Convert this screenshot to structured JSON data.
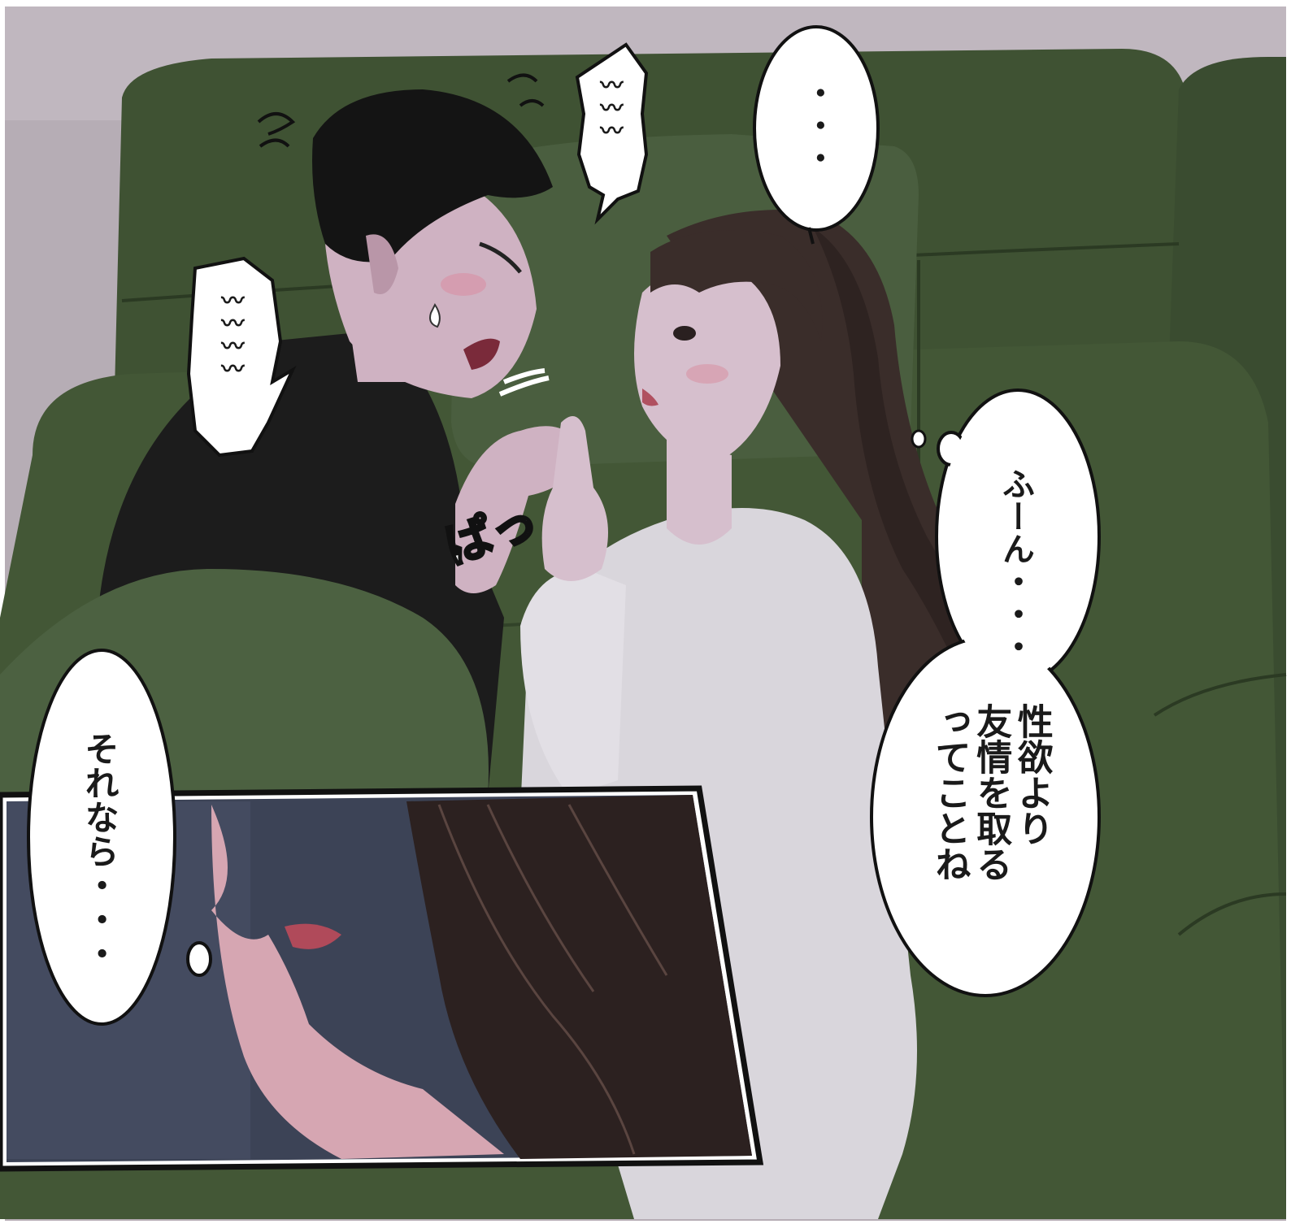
{
  "panels": [
    {
      "speech": {
        "her_dots": "・・・",
        "his_squiggle_right": "〰〰〰",
        "his_squiggle_left": "〰〰〰〰"
      },
      "sfx": {
        "pa": "ぱっ"
      },
      "thought": {
        "line_1": "ふーん・・・",
        "line_2": "性欲より\n友情を取る\nってことね"
      }
    },
    {
      "thought": {
        "line_1": "それなら・・・"
      }
    }
  ],
  "colors": {
    "wall": "#b6adb5",
    "sofa": "#3f5233",
    "sofa_dark": "#2b3a23",
    "his_shirt": "#1c1c1c",
    "her_sweater": "#d9d6dc",
    "hair": "#3a2d2a",
    "skin": "#cfb2c2",
    "inset_bg": "#3c4356"
  }
}
